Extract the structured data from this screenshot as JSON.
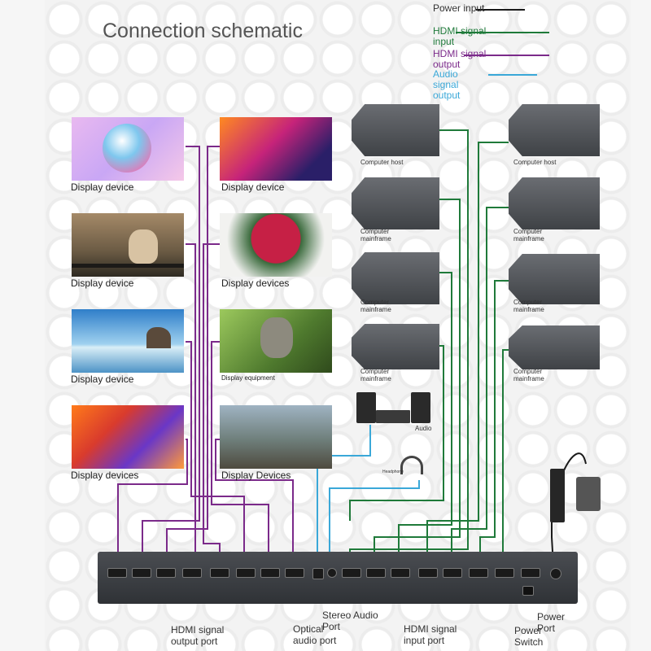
{
  "title": "Connection schematic",
  "legend": [
    {
      "label": "Power input",
      "color": "#1a1a1a"
    },
    {
      "label": "HDMI signal input",
      "color": "#1f7a3a"
    },
    {
      "label": "HDMI signal output",
      "color": "#7b2a8a"
    },
    {
      "label": "Audio signal output",
      "color": "#3aa8d8"
    }
  ],
  "displays": [
    {
      "label": "Display device"
    },
    {
      "label": "Display device"
    },
    {
      "label": "Display device"
    },
    {
      "label": "Display devices"
    },
    {
      "label": "Display device"
    },
    {
      "label": "Display devices"
    },
    {
      "label": "Display equipment"
    },
    {
      "label": "Display Devices"
    }
  ],
  "computers": [
    {
      "label": "Computer host"
    },
    {
      "label": "Computer mainframe"
    },
    {
      "label": "Computer mainframe"
    },
    {
      "label": "Computer mainframe"
    },
    {
      "label": "Computer host"
    },
    {
      "label": "Computer mainframe"
    },
    {
      "label": "Computer mainframe"
    },
    {
      "label": "Computer mainframe"
    }
  ],
  "audio_label": "Audio",
  "headphone_label": "Headphone",
  "bottom_labels": {
    "hdmi_output": "HDMI signal output port",
    "optical": "Optical audio port",
    "stereo": "Stereo Audio Port",
    "hdmi_input": "HDMI signal input port",
    "power_switch": "Power Switch",
    "power_port": "Power Port"
  }
}
